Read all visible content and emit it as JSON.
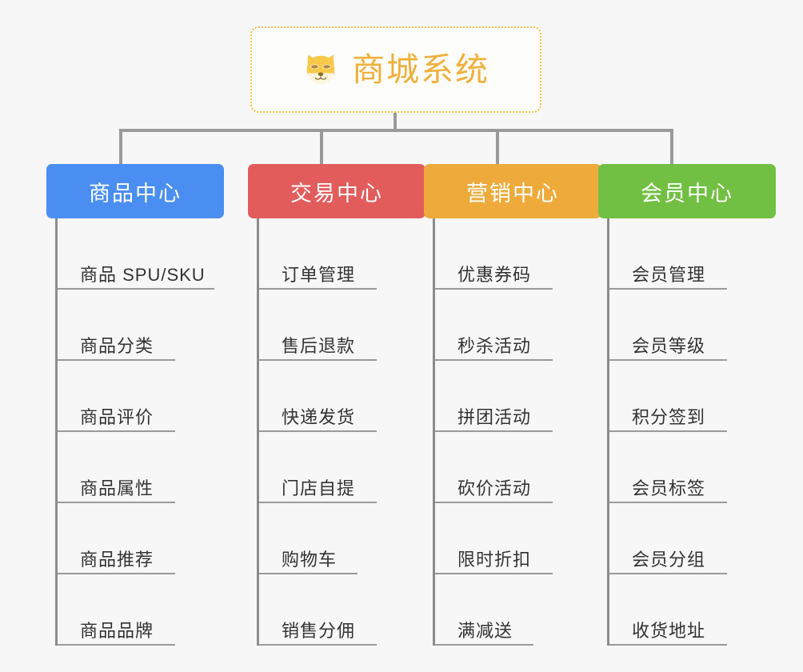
{
  "page": {
    "background_color": "#f7f7f7",
    "type": "mind-map"
  },
  "root": {
    "title": "商城系统",
    "icon": "shiba-dog-face-icon",
    "border_color": "#f3c04a",
    "text_color": "#f0b03c",
    "background_color": "#fdfdfc"
  },
  "connector": {
    "color": "#9a9a9a",
    "spine_color": "#8c8c8c"
  },
  "columns": [
    {
      "title": "商品中心",
      "color": "#4a8ef2",
      "items": [
        {
          "label": "商品 SPU/SKU",
          "width_class": "w6"
        },
        {
          "label": "商品分类",
          "width_class": "w4"
        },
        {
          "label": "商品评价",
          "width_class": "w4"
        },
        {
          "label": "商品属性",
          "width_class": "w4"
        },
        {
          "label": "商品推荐",
          "width_class": "w4"
        },
        {
          "label": "商品品牌",
          "width_class": "w4"
        }
      ]
    },
    {
      "title": "交易中心",
      "color": "#e35c5c",
      "items": [
        {
          "label": "订单管理",
          "width_class": "w4"
        },
        {
          "label": "售后退款",
          "width_class": "w4"
        },
        {
          "label": "快递发货",
          "width_class": "w4"
        },
        {
          "label": "门店自提",
          "width_class": "w4"
        },
        {
          "label": "购物车",
          "width_class": "w3"
        },
        {
          "label": "销售分佣",
          "width_class": "w4"
        }
      ]
    },
    {
      "title": "营销中心",
      "color": "#eeab3c",
      "items": [
        {
          "label": "优惠券码",
          "width_class": "w4"
        },
        {
          "label": "秒杀活动",
          "width_class": "w4"
        },
        {
          "label": "拼团活动",
          "width_class": "w4"
        },
        {
          "label": "砍价活动",
          "width_class": "w4"
        },
        {
          "label": "限时折扣",
          "width_class": "w4"
        },
        {
          "label": "满减送",
          "width_class": "w3"
        }
      ]
    },
    {
      "title": "会员中心",
      "color": "#72c043",
      "items": [
        {
          "label": "会员管理",
          "width_class": "w4"
        },
        {
          "label": "会员等级",
          "width_class": "w4"
        },
        {
          "label": "积分签到",
          "width_class": "w4"
        },
        {
          "label": "会员标签",
          "width_class": "w4"
        },
        {
          "label": "会员分组",
          "width_class": "w4"
        },
        {
          "label": "收货地址",
          "width_class": "w4"
        }
      ]
    }
  ]
}
